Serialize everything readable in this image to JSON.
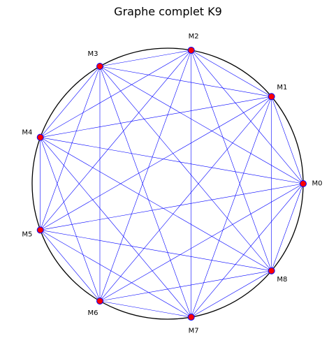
{
  "title": "Graphe complet K9",
  "colors": {
    "circle": "#000000",
    "edge": "#0000ff",
    "node_fill": "#ff0000",
    "node_edge": "#0000ff"
  },
  "chart_data": {
    "type": "graph",
    "graph_type": "complete",
    "order": 9,
    "layout": "circular",
    "nodes": [
      "M0",
      "M1",
      "M2",
      "M3",
      "M4",
      "M5",
      "M6",
      "M7",
      "M8"
    ],
    "angles_deg": [
      0,
      40,
      80,
      120,
      160,
      200,
      240,
      280,
      320
    ],
    "edge_count": 36
  }
}
